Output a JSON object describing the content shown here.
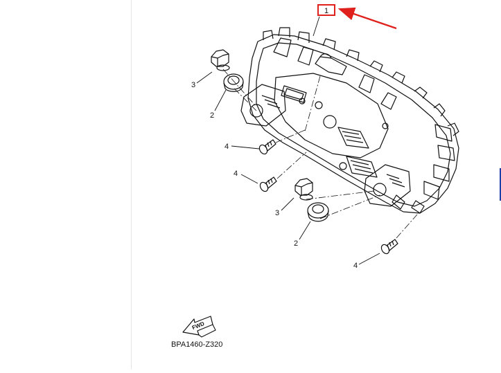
{
  "diagram": {
    "highlighted_part": "1",
    "callouts": {
      "part_1": "1",
      "part_2_upper": "2",
      "part_3_upper": "3",
      "part_4_upper": "4",
      "part_4_middle": "4",
      "part_3_lower": "3",
      "part_2_lower": "2",
      "part_4_lower": "4"
    },
    "fwd_label": "FWD",
    "drawing_code": "BPA1460-Z320"
  },
  "colors": {
    "highlight": "#e0201c",
    "line": "#111111",
    "scroll_marker": "#1f3fa8"
  }
}
